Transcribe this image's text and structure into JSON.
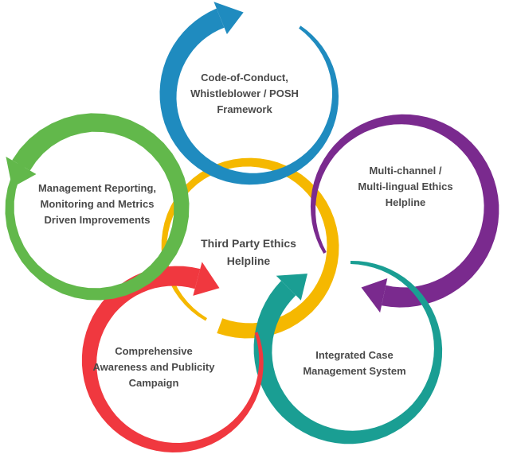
{
  "diagram": {
    "center": {
      "lines": [
        "Third Party Ethics",
        "Helpline"
      ],
      "color": "#F5B800"
    },
    "stages": [
      {
        "id": "top",
        "lines": [
          "Code-of-Conduct,",
          "Whistleblower / POSH",
          "Framework"
        ],
        "color": "#1F8BBF"
      },
      {
        "id": "right",
        "lines": [
          "Multi-channel /",
          "Multi-lingual Ethics",
          "Helpline"
        ],
        "color": "#7A2A8E"
      },
      {
        "id": "bottom-right",
        "lines": [
          "Integrated Case",
          "Management System"
        ],
        "color": "#1A9E93"
      },
      {
        "id": "bottom-left",
        "lines": [
          "Comprehensive",
          "Awareness and Publicity",
          "Campaign"
        ],
        "color": "#F0383F"
      },
      {
        "id": "left",
        "lines": [
          "Management Reporting,",
          "Monitoring and Metrics",
          "Driven Improvements"
        ],
        "color": "#62B84B"
      }
    ]
  }
}
